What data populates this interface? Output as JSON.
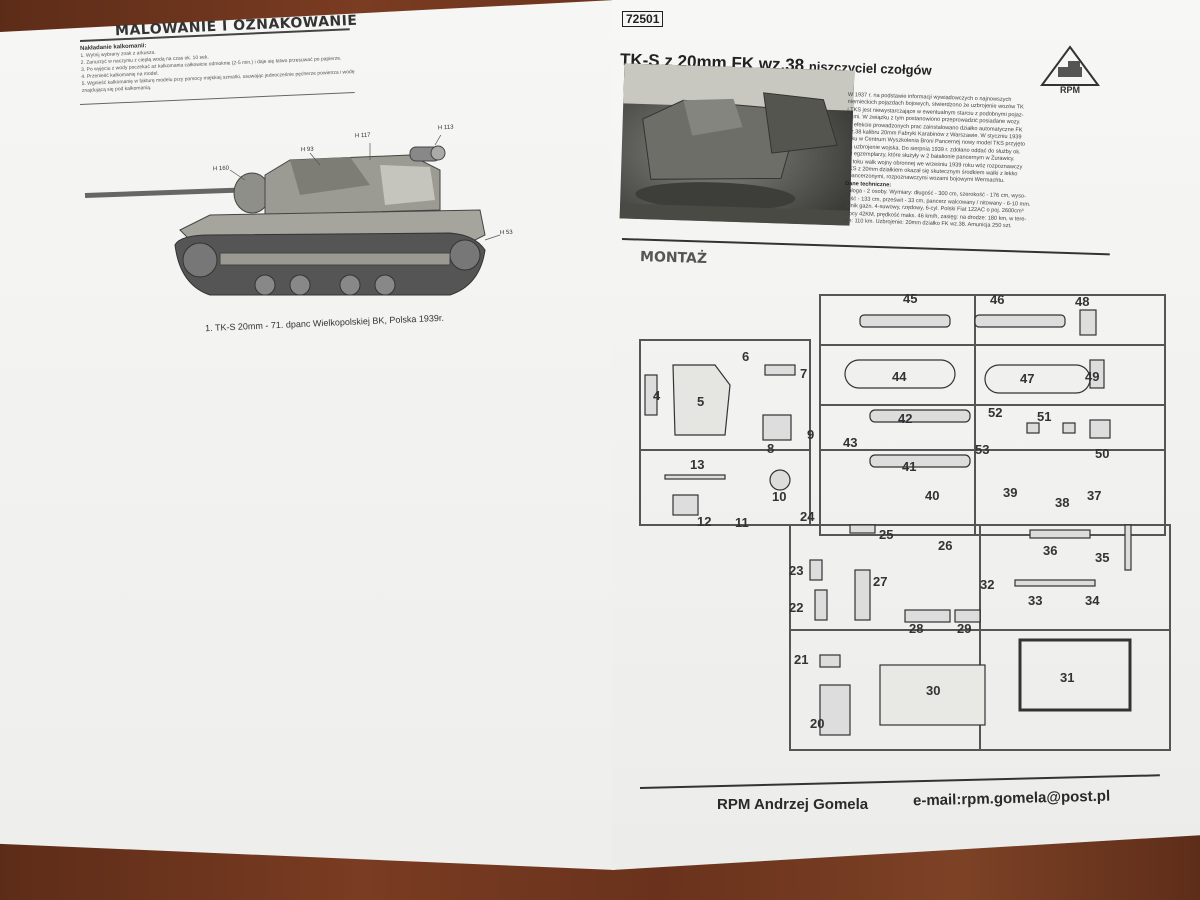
{
  "left_page": {
    "title": "MALOWANIE I OZNAKOWANIE",
    "decal_heading": "Nakładanie kalkomanii:",
    "decal_steps": [
      "1. Wytnij wybrany znak z arkusza.",
      "2. Zanurzyć w naczyniu z ciepłą wodą na czas ok. 10 sek.",
      "3. Po wyjęciu z wody poczekać aż kalkomania całkowicie odmoknie (2-5 min.) i daje się łatwo przesuwać po papierze.",
      "4. Przenieść kalkomanię na model.",
      "5. Wgnieść kalkomanię w fakturę modelu przy pomocy miękkiej szmatki, usuwając jednocześnie pęcherze powietrza i wodę znajdującą się pod kalkomanią."
    ],
    "paint_labels": [
      "H 113",
      "H 117",
      "H 93",
      "H 160",
      "H 53"
    ],
    "caption": "1. TK-S 20mm - 71. dpanc Wielkopolskiej BK, Polska 1939r."
  },
  "right_page": {
    "kit_code": "72501",
    "title_main": "TK-S z 20mm FK wz.38",
    "title_sub": "niszczyciel czołgów",
    "logo_text": "RPM",
    "description": [
      "W 1937 r. na podstawie informacji wywiadowczych o najnowszych",
      "niemieckich pojazdach bojowych, stwierdzono że uzbrojenie wozów TK",
      "i TKS jest niewystarczające w ewentualnym starciu z podobnymi pojaz-",
      "dami. W związku z tym postanowiono przeprowadzić posiadane wozy.",
      "W efekcie prowadzonych prac zainstalowano działko automatyczne FK",
      "wz.38 kalibru 20mm Fabryki Karabinów z Warszawie. W styczniu 1939",
      "roku w Centrum Wyszkolenia Broni Pancernej nowy model TKS przyjęto",
      "na uzbrojenie wojska. Do sierpnia 1939 r. zdołano oddać do służby ok.",
      "10 egzemplarzy, które służyły w 2 batalionie pancernym w Żurawicy.",
      "W toku walk wojny obronnej we wrześniu 1939 roku wóz rozpoznawczy",
      "TKS z 20mm działkiem okazał się skutecznym środkiem walki z lekko",
      "opancerzonymi, rozpoznawczymi wozami bojowymi Wermachtu."
    ],
    "tech_heading": "Dane techniczne:",
    "tech_data": [
      "Załoga - 2 osoby. Wymiary: długość - 300 cm, szerokość - 176 cm, wyso-",
      "kość - 133 cm, prześwit - 33 cm, pancerz walcowany / nitowany - 6-10 mm.",
      "Silnik gażn. 4-suwowy, rzędowy, 6-cyl. Polski Fiat 122AC o poj. 2600cm³",
      "mocy 42KM, prędkość maks. 46 km/h, zasięg: na drodze: 180 km, w tere-",
      "nie: 110 km. Uzbrojenie: 20mm działko FK wz.38. Amunicja 250 szt."
    ],
    "montaz": "MONTAŻ",
    "part_numbers": [
      "45",
      "46",
      "48",
      "6",
      "7",
      "4",
      "5",
      "44",
      "47",
      "49",
      "9",
      "8",
      "42",
      "52",
      "51",
      "43",
      "53",
      "50",
      "13",
      "41",
      "10",
      "39",
      "40",
      "38",
      "37",
      "12",
      "11",
      "24",
      "25",
      "26",
      "36",
      "35",
      "23",
      "27",
      "32",
      "33",
      "34",
      "22",
      "28",
      "29",
      "21",
      "30",
      "31",
      "20"
    ],
    "footer_left": "RPM Andrzej Gomela",
    "footer_right": "e-mail:rpm.gomela@post.pl"
  },
  "colors": {
    "wood": "#6b3520",
    "paper": "#f3f3f1",
    "ink": "#2a2a2a"
  }
}
